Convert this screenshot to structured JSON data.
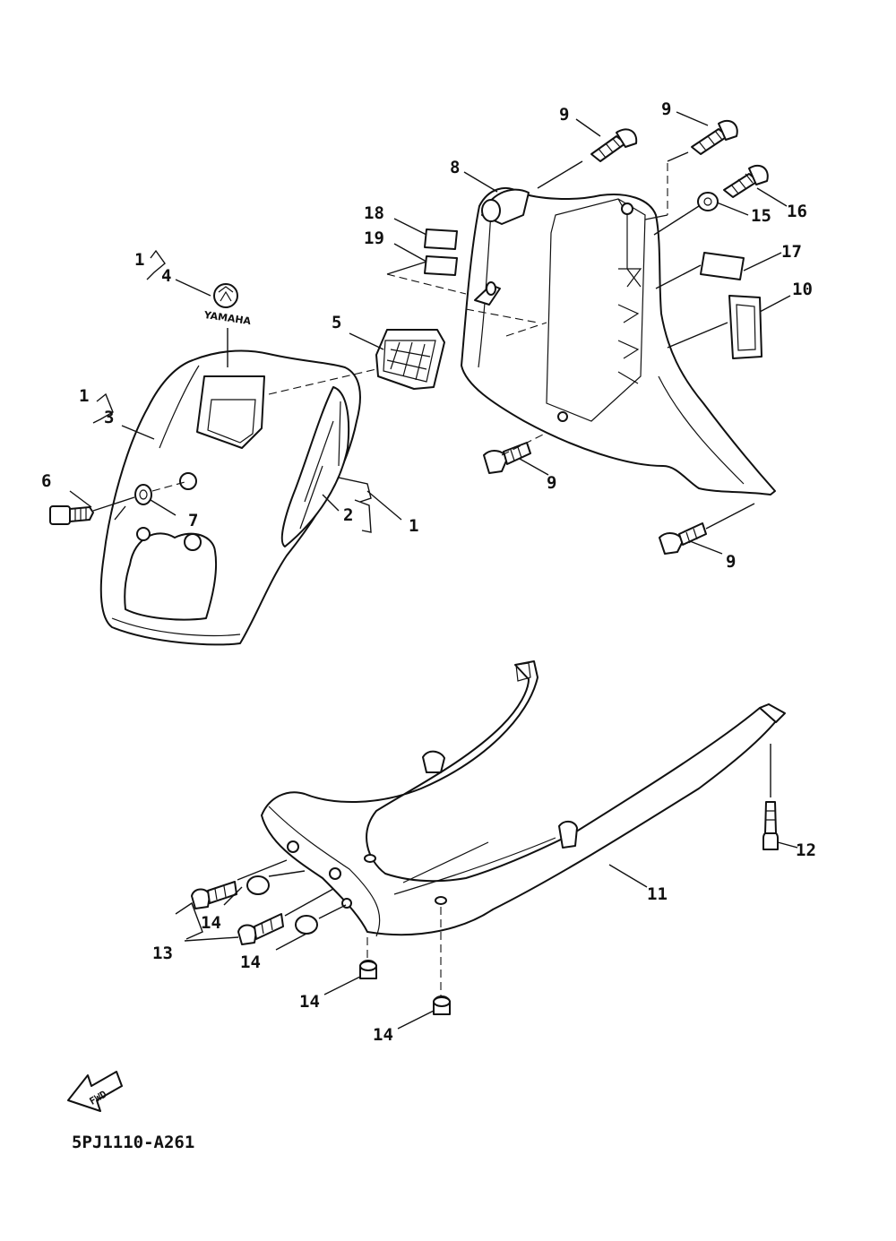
{
  "diagram": {
    "code": "5PJ1110-A261",
    "direction_marker": "FWD",
    "emblem_text": "YAMAHA",
    "callouts": [
      {
        "id": "c9a",
        "label": "9"
      },
      {
        "id": "c9b",
        "label": "9"
      },
      {
        "id": "c8",
        "label": "8"
      },
      {
        "id": "c16",
        "label": "16"
      },
      {
        "id": "c18",
        "label": "18"
      },
      {
        "id": "c15",
        "label": "15"
      },
      {
        "id": "c19",
        "label": "19"
      },
      {
        "id": "c17",
        "label": "17"
      },
      {
        "id": "c1a",
        "label": "1"
      },
      {
        "id": "c4",
        "label": "4"
      },
      {
        "id": "c10",
        "label": "10"
      },
      {
        "id": "c5",
        "label": "5"
      },
      {
        "id": "c1b",
        "label": "1"
      },
      {
        "id": "c3",
        "label": "3"
      },
      {
        "id": "c6",
        "label": "6"
      },
      {
        "id": "c9c",
        "label": "9"
      },
      {
        "id": "c7",
        "label": "7"
      },
      {
        "id": "c2",
        "label": "2"
      },
      {
        "id": "c1c",
        "label": "1"
      },
      {
        "id": "c9d",
        "label": "9"
      },
      {
        "id": "c12",
        "label": "12"
      },
      {
        "id": "c11",
        "label": "11"
      },
      {
        "id": "c14a",
        "label": "14"
      },
      {
        "id": "c13",
        "label": "13"
      },
      {
        "id": "c14b",
        "label": "14"
      },
      {
        "id": "c14c",
        "label": "14"
      },
      {
        "id": "c14d",
        "label": "14"
      }
    ]
  }
}
